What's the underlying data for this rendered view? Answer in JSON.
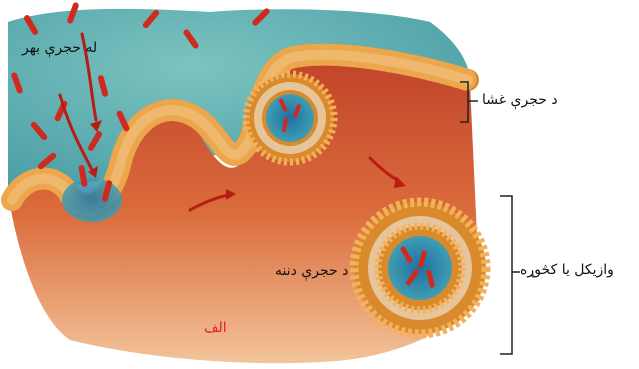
{
  "labels": {
    "outside_cell": "له حجرې بهر",
    "cell_membrane": "د حجرې غشا",
    "inside_cell": "د حجرې دننه",
    "vesicle": "وازیکل یا کڅوړه",
    "panel_letter": "الف"
  },
  "colors": {
    "extracellular": "#4fa7aa",
    "cytoplasm": "#d9663a",
    "lipid_head": "#e08a30",
    "lipid_tail": "#c9a070",
    "particle": "#d02a1e",
    "vesicle_core": "#2f7fa8",
    "panel_letter": "#e0201c"
  }
}
